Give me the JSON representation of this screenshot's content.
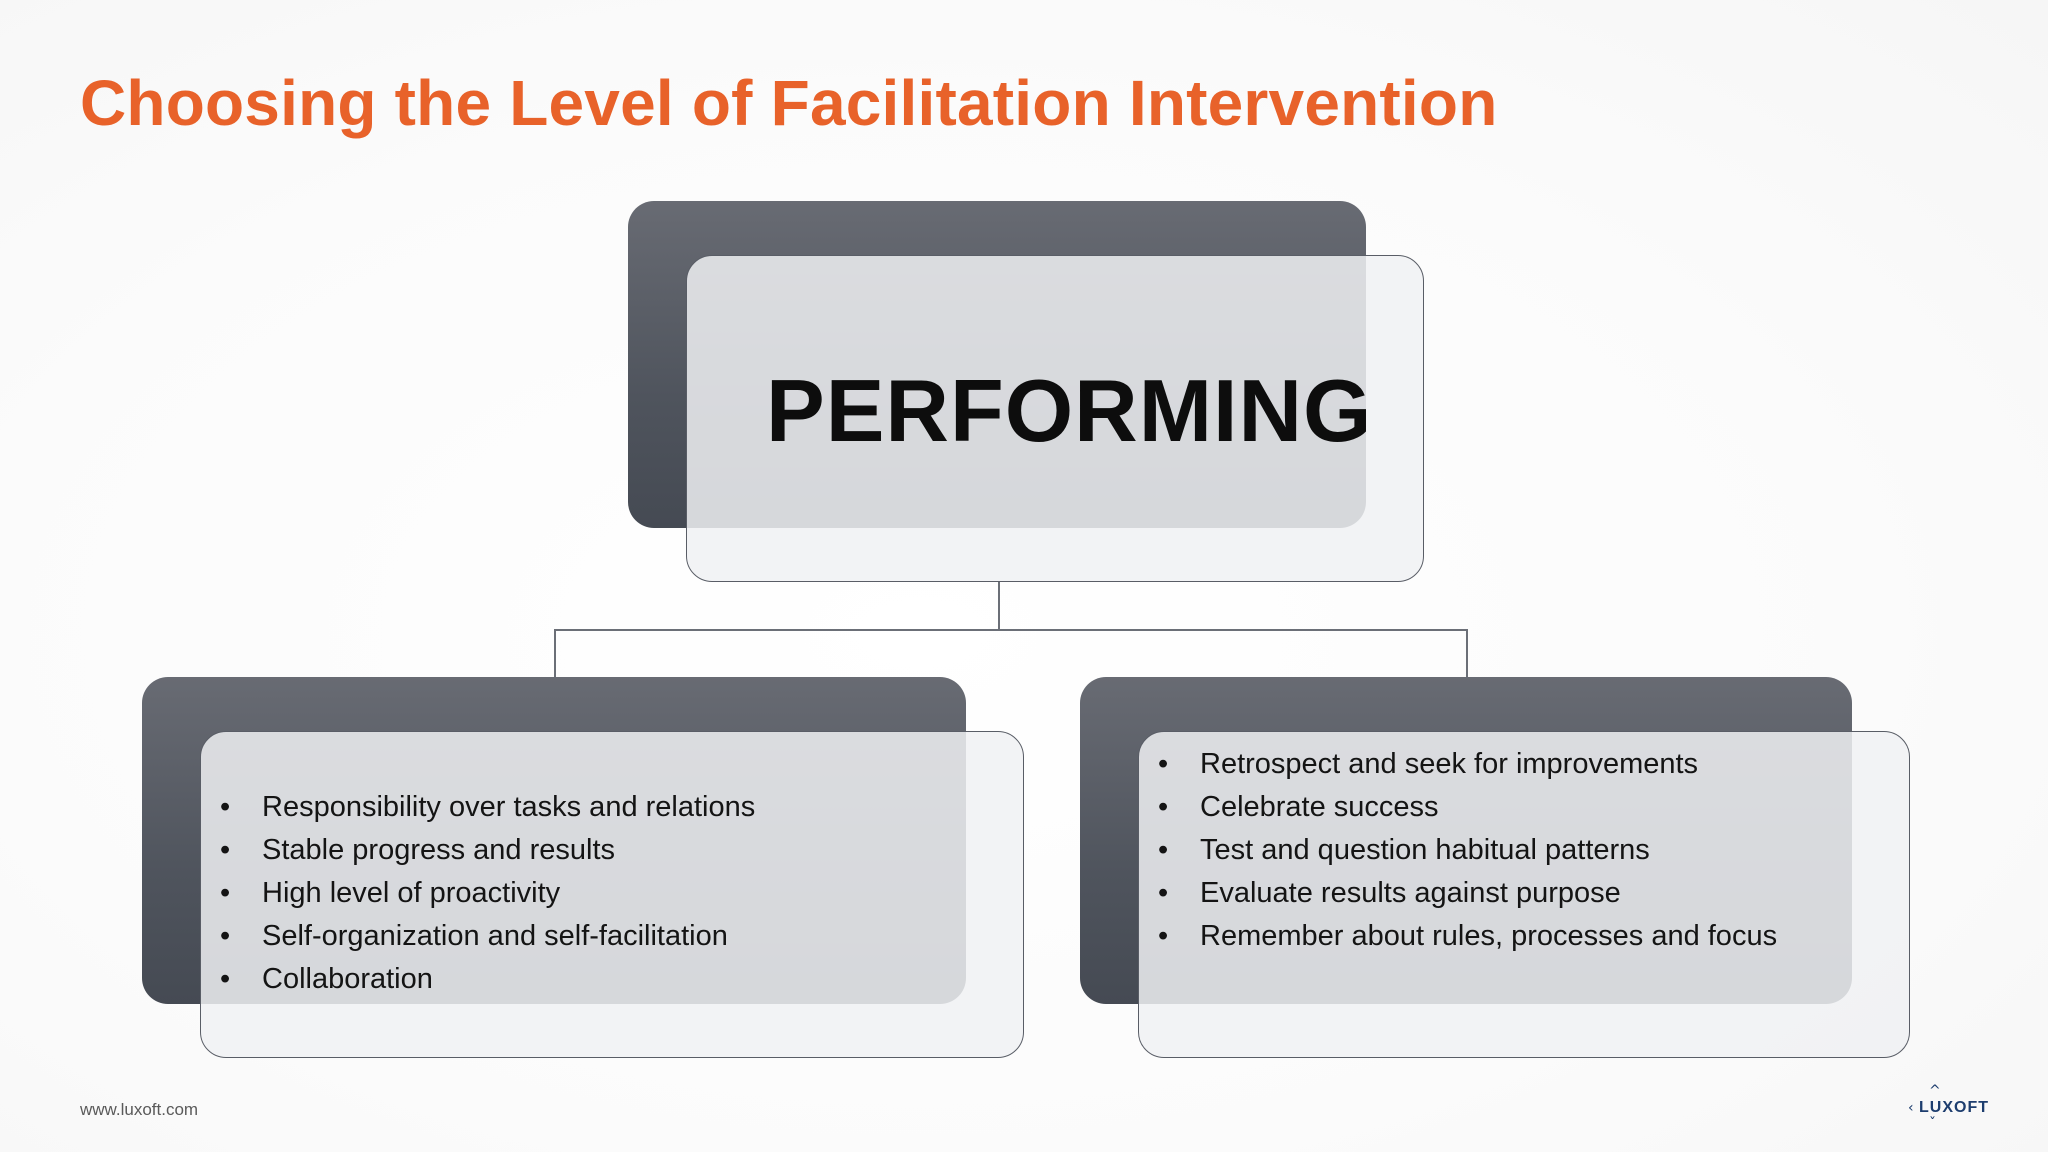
{
  "slide": {
    "title": "Choosing the Level of Facilitation Intervention",
    "footer_url": "www.luxoft.com",
    "logo_text": "LUXOFT",
    "accent_color": "#e8622a",
    "card_color": "#52575f"
  },
  "diagram": {
    "top_node": {
      "label": "PERFORMING"
    },
    "left_node": {
      "bullet": "•",
      "items": [
        "Responsibility over tasks and relations",
        "Stable progress and results",
        "High level of proactivity",
        "Self-organization and self-facilitation",
        "Collaboration"
      ]
    },
    "right_node": {
      "bullet": "•",
      "items": [
        "Retrospect and seek for improvements",
        "Celebrate success",
        "Test and question habitual patterns",
        "Evaluate results against purpose",
        "Remember about rules, processes and focus"
      ]
    }
  }
}
